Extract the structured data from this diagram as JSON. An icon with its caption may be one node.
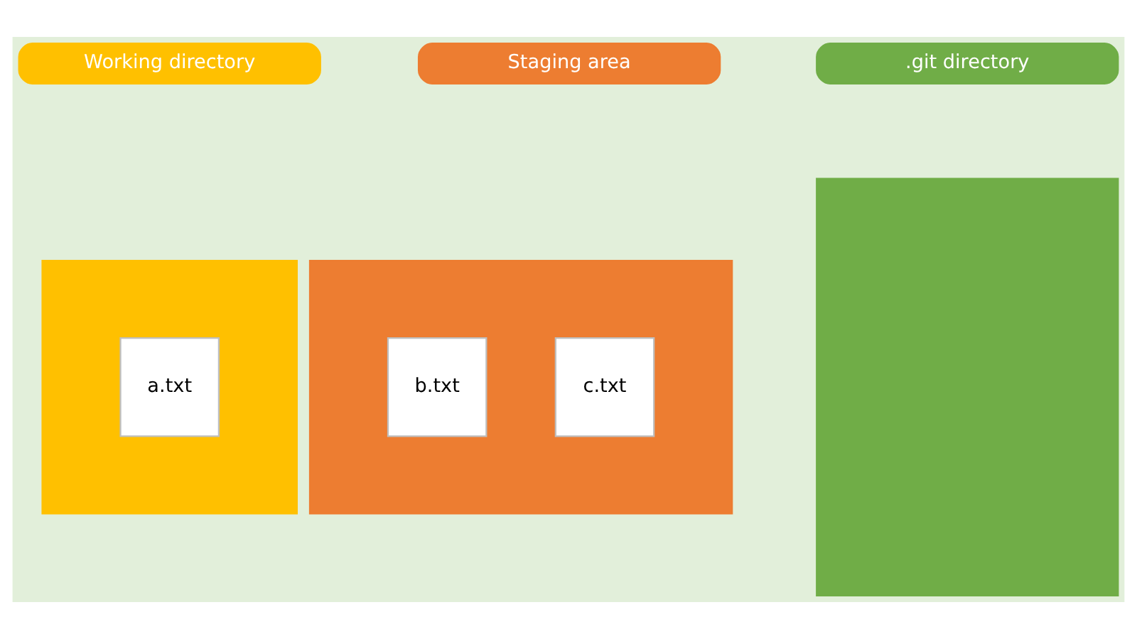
{
  "diagram": {
    "nodes": [
      {
        "text": [
          "Working directory"
        ]
      },
      {
        "text": [
          "Staging area"
        ]
      },
      {
        "text": [
          ".git directory"
        ]
      },
      {
        "text": [],
        "shape": "box"
      },
      {
        "text": [
          "a.txt"
        ],
        "in": 3
      },
      {
        "text": [],
        "shape": "box"
      },
      {
        "text": [
          "b.txt"
        ],
        "in": 5
      },
      {
        "text": [
          "c.txt"
        ],
        "in": 5
      },
      {
        "text": [],
        "shape": "box"
      }
    ],
    "edges": []
  }
}
